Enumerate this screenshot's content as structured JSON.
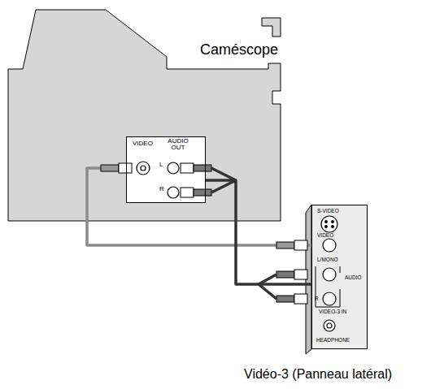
{
  "diagram": {
    "caption": "Vidéo-3 (Panneau latéral)",
    "nodes": [
      {
        "text": [
          "Caméscope"
        ]
      },
      {
        "text": [
          "VIDEO",
          "AUDIO OUT",
          "L",
          "R"
        ],
        "in": 0
      },
      {
        "text": [
          "S-VIDEO",
          "VIDEO",
          "L/MONO",
          "AUDIO",
          "R",
          "VIDEO-3 IN",
          "HEADPHONE"
        ]
      }
    ],
    "edges": [
      {
        "from": 1,
        "to": 2,
        "arrow": "none"
      },
      {
        "from": 1,
        "to": 2,
        "arrow": "none"
      }
    ]
  }
}
